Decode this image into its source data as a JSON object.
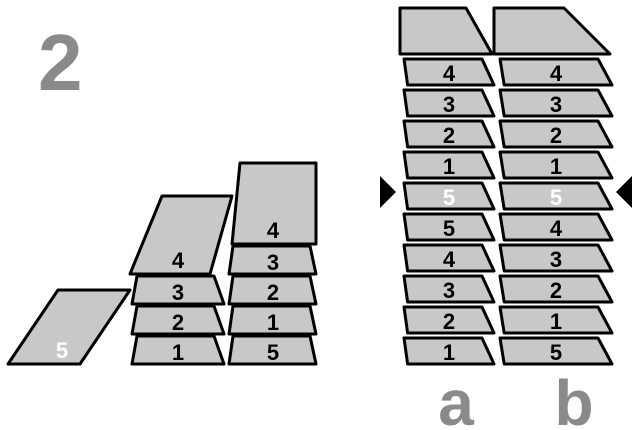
{
  "step_number": "2",
  "colors": {
    "card_fill": "#c8c8c8",
    "card_stroke": "#000000",
    "highlight_text": "#ffffff",
    "big_label": "#8a8a8a"
  },
  "left_panel": {
    "single_card": "5",
    "stack_1": [
      "1",
      "2",
      "3",
      "4"
    ],
    "stack_2": [
      "5",
      "1",
      "2",
      "3",
      "4"
    ]
  },
  "right_panel": {
    "column_a": {
      "label": "a",
      "cards": [
        "1",
        "2",
        "3",
        "4",
        "5",
        "5",
        "1",
        "2",
        "3",
        "4"
      ]
    },
    "column_b": {
      "label": "b",
      "cards": [
        "5",
        "1",
        "2",
        "3",
        "4",
        "5",
        "1",
        "2",
        "3",
        "4"
      ]
    }
  }
}
